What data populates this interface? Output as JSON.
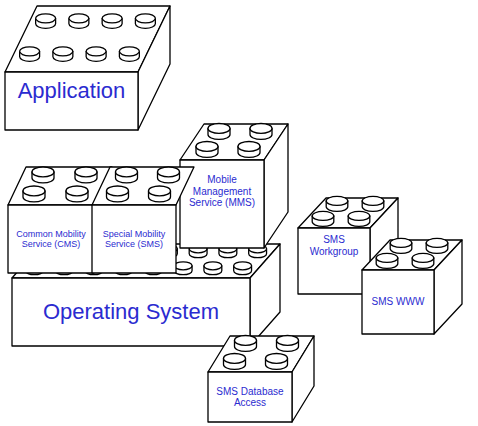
{
  "diagram": {
    "nodes": [
      {
        "text": [
          "Application"
        ]
      },
      {
        "text": [
          "Common Mobility Service (CMS)"
        ]
      },
      {
        "text": [
          "Special Mobility Service (SMS)"
        ]
      },
      {
        "text": [
          "Mobile Management Service (MMS)"
        ]
      },
      {
        "text": [
          "Operating System"
        ]
      },
      {
        "text": [
          "SMS Workgroup"
        ]
      },
      {
        "text": [
          "SMS WWW"
        ]
      },
      {
        "text": [
          "SMS Database Access"
        ]
      }
    ]
  }
}
